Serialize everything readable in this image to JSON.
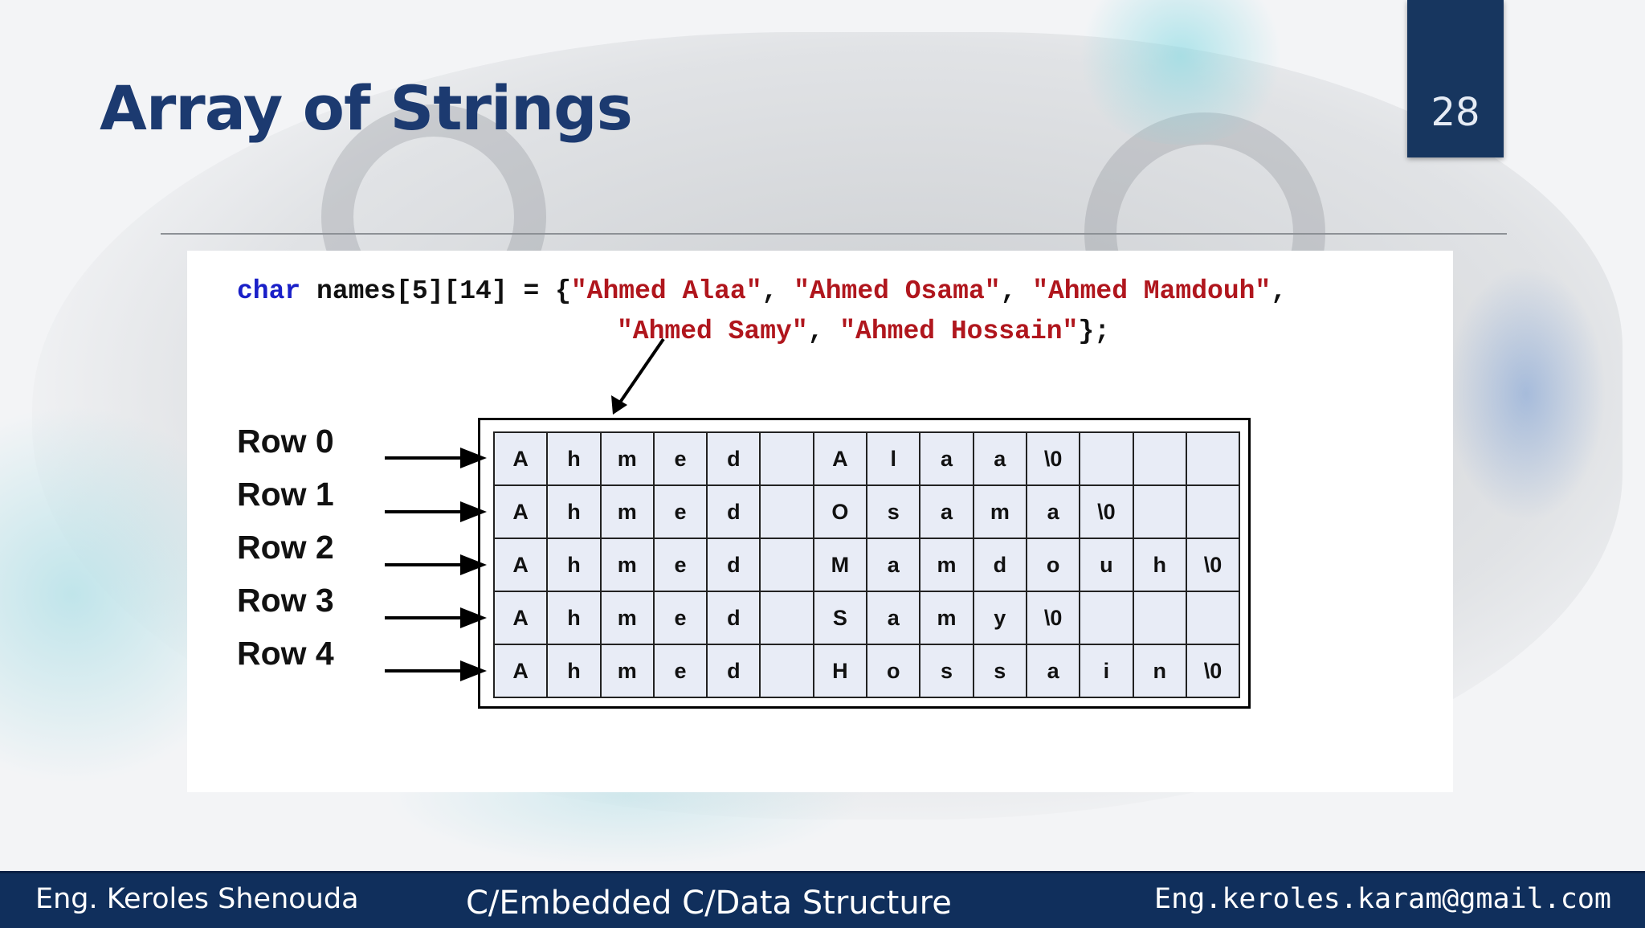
{
  "slide": {
    "title": "Array of Strings",
    "page_number": "28"
  },
  "code": {
    "keyword": "char",
    "declaration": " names[5][14] = {",
    "strings_line1": [
      "\"Ahmed Alaa\"",
      "\"Ahmed Osama\"",
      "\"Ahmed Mamdouh\""
    ],
    "strings_line2": [
      "\"Ahmed Samy\"",
      "\"Ahmed Hossain\""
    ],
    "separator": ", ",
    "trailing_comma": ",",
    "closing": "};"
  },
  "rows": [
    {
      "label": "Row 0",
      "cells": [
        "A",
        "h",
        "m",
        "e",
        "d",
        "",
        "A",
        "l",
        "a",
        "a",
        "\\0",
        "",
        "",
        ""
      ]
    },
    {
      "label": "Row 1",
      "cells": [
        "A",
        "h",
        "m",
        "e",
        "d",
        "",
        "O",
        "s",
        "a",
        "m",
        "a",
        "\\0",
        "",
        ""
      ]
    },
    {
      "label": "Row 2",
      "cells": [
        "A",
        "h",
        "m",
        "e",
        "d",
        "",
        "M",
        "a",
        "m",
        "d",
        "o",
        "u",
        "h",
        "\\0"
      ]
    },
    {
      "label": "Row 3",
      "cells": [
        "A",
        "h",
        "m",
        "e",
        "d",
        "",
        "S",
        "a",
        "m",
        "y",
        "\\0",
        "",
        "",
        ""
      ]
    },
    {
      "label": "Row 4",
      "cells": [
        "A",
        "h",
        "m",
        "e",
        "d",
        "",
        "H",
        "o",
        "s",
        "s",
        "a",
        "i",
        "n",
        "\\0"
      ]
    }
  ],
  "footer": {
    "author": "Eng. Keroles Shenouda",
    "course": "C/Embedded C/Data Structure",
    "email": "Eng.keroles.karam@gmail.com"
  },
  "colors": {
    "title": "#1c3a70",
    "keyword": "#1a20c8",
    "string": "#b0161d",
    "cell_fill": "#e8ecf6",
    "footer_bg": "#102f5c"
  }
}
